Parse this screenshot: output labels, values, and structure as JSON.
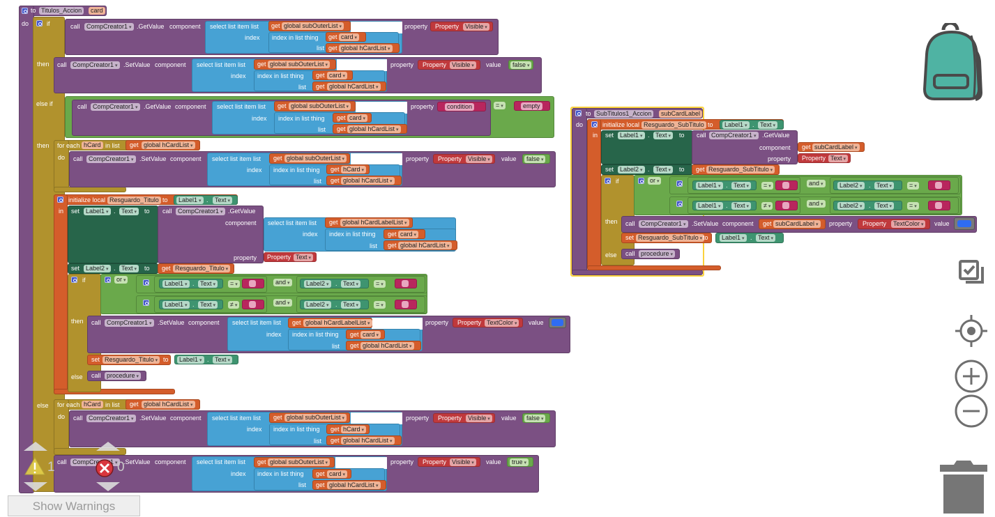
{
  "workspace": {
    "procedure1": {
      "to": "to",
      "name": "Titulos_Accion",
      "param": "card",
      "do": "do",
      "if_kw": "if",
      "then_kw": "then",
      "elseif_kw": "else if",
      "else_kw": "else",
      "call": "call",
      "component_name": "CompCreator1",
      "getvalue": ".GetValue",
      "setvalue": ".SetValue",
      "component_kw": "component",
      "property_kw": "property",
      "value_kw": "value",
      "select_list_item": "select list item  list",
      "index_kw": "index",
      "index_in_list": "index in list  thing",
      "list_kw": "list",
      "get": "get",
      "global_subOuterList": "global subOuterList",
      "global_hCardList": "global hCardList",
      "global_hCardLabelList": "global hCardLabelList",
      "var_card": "card",
      "var_hCard": "hCard",
      "property_label": "Property",
      "prop_visible": "Visible",
      "prop_text": "Text",
      "prop_textcolor": "TextColor",
      "false": "false",
      "true": "true",
      "condition_text": "condition",
      "empty_text": "empty",
      "eq": "=",
      "neq": "≠",
      "for_each": "for each",
      "in_list": "in list",
      "init_local": "initialize local",
      "local_name": "Resguardo_Titulo",
      "to_kw": "to",
      "in_kw": "in",
      "set": "set",
      "label1": "Label1",
      "label2": "Label2",
      "dot": ".",
      "text_prop": "Text",
      "or": "or",
      "and": "and",
      "procedure": "procedure"
    },
    "procedure2": {
      "name": "SubTitulos1_Accion",
      "param": "subCardLabel",
      "local_name": "Resguardo_SubTitulo"
    },
    "color_value": "#2f6cf2"
  },
  "warnings": {
    "warning_count": "1",
    "error_count": "0",
    "show_warnings_label": "Show Warnings"
  }
}
